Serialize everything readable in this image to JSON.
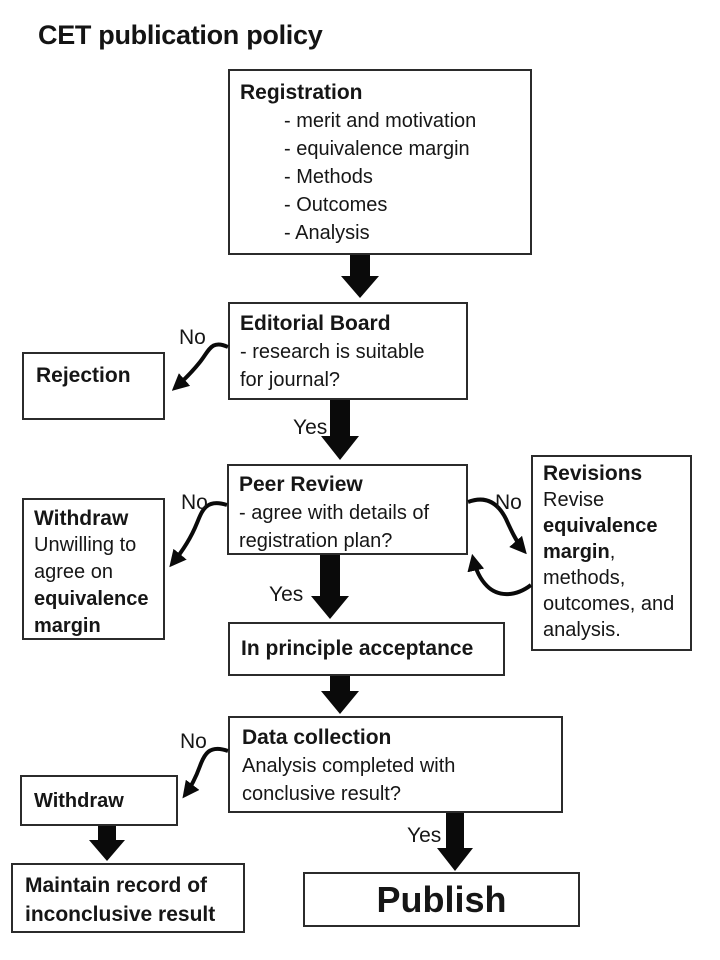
{
  "page_title": "CET publication policy",
  "labels": {
    "yes": "Yes",
    "no": "No"
  },
  "boxes": {
    "registration": {
      "heading": "Registration",
      "items": [
        "- merit and motivation",
        "- equivalence margin",
        "- Methods",
        "- Outcomes",
        "- Analysis"
      ]
    },
    "editorial_board": {
      "heading": "Editorial Board",
      "line1": "- research is suitable",
      "line2": "for journal?"
    },
    "rejection": {
      "heading": "Rejection"
    },
    "peer_review": {
      "heading": "Peer Review",
      "line1": "- agree with details of",
      "line2": "registration plan?"
    },
    "withdraw_peer": {
      "heading": "Withdraw",
      "line1": "Unwilling to",
      "line2": "agree on",
      "line3_bold": "equivalence",
      "line4_bold": "margin"
    },
    "revisions": {
      "heading": "Revisions",
      "line1": "Revise",
      "line2_bold": "equivalence",
      "line3_bold": "margin",
      "line3_tail": ",",
      "line4": "methods,",
      "line5": "outcomes, and",
      "line6": "analysis."
    },
    "in_principle_acceptance": {
      "heading": "In principle acceptance"
    },
    "data_collection": {
      "heading": "Data collection",
      "line1": "Analysis completed with",
      "line2": "conclusive result?"
    },
    "withdraw_data": {
      "heading": "Withdraw"
    },
    "maintain_record": {
      "line1": "Maintain record of",
      "line2": "inconclusive result"
    },
    "publish": {
      "heading": "Publish"
    }
  }
}
